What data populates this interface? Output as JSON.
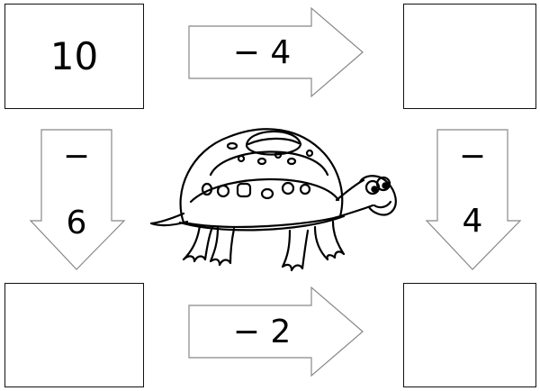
{
  "boxes": {
    "top_left": "10",
    "top_right": "",
    "bottom_left": "",
    "bottom_right": ""
  },
  "arrows": {
    "top": "− 4",
    "left_sign": "−",
    "left_num": "6",
    "right_sign": "−",
    "right_num": "4",
    "bottom": "− 2"
  }
}
